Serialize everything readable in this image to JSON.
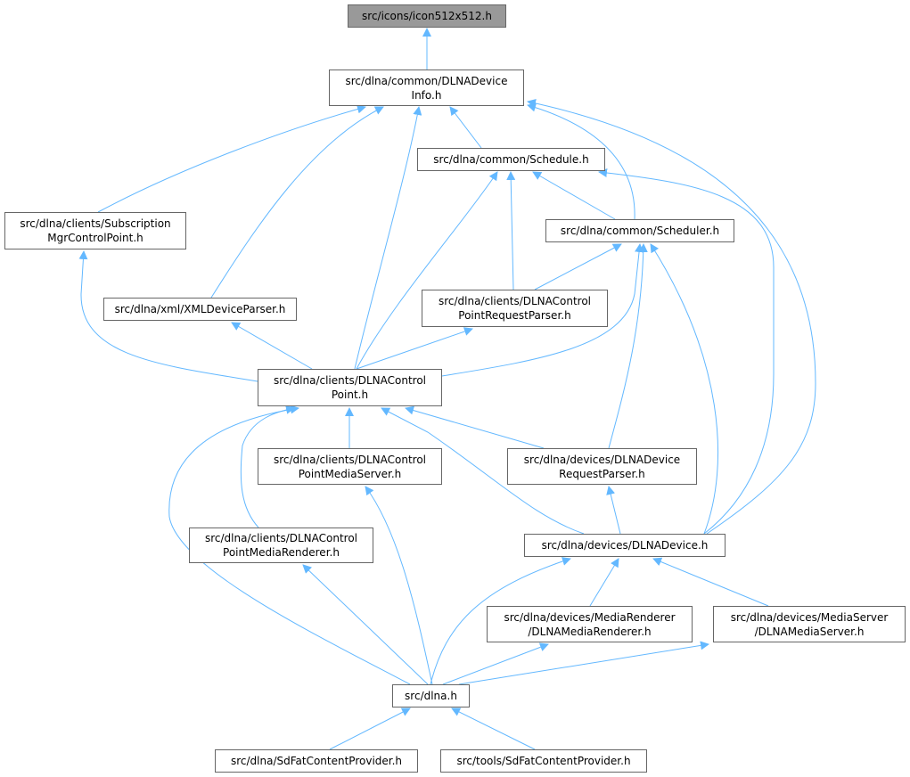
{
  "graph": {
    "colors": {
      "edge": "#63b8ff",
      "root_fill": "#999999",
      "border": "#666666"
    },
    "nodes": [
      {
        "id": "n1",
        "label": "src/icons/icon512x512.h",
        "root": true
      },
      {
        "id": "n2",
        "label": "src/dlna/common/DLNADevice\nInfo.h"
      },
      {
        "id": "n3",
        "label": "src/dlna/common/Schedule.h"
      },
      {
        "id": "n4",
        "label": "src/dlna/clients/Subscription\nMgrControlPoint.h"
      },
      {
        "id": "n5",
        "label": "src/dlna/common/Scheduler.h"
      },
      {
        "id": "n6",
        "label": "src/dlna/xml/XMLDeviceParser.h"
      },
      {
        "id": "n7",
        "label": "src/dlna/clients/DLNAControl\nPointRequestParser.h"
      },
      {
        "id": "n8",
        "label": "src/dlna/clients/DLNAControl\nPoint.h"
      },
      {
        "id": "n9",
        "label": "src/dlna/clients/DLNAControl\nPointMediaServer.h"
      },
      {
        "id": "n10",
        "label": "src/dlna/devices/DLNADevice\nRequestParser.h"
      },
      {
        "id": "n11",
        "label": "src/dlna/clients/DLNAControl\nPointMediaRenderer.h"
      },
      {
        "id": "n12",
        "label": "src/dlna/devices/DLNADevice.h"
      },
      {
        "id": "n13",
        "label": "src/dlna/devices/MediaRenderer\n/DLNAMediaRenderer.h"
      },
      {
        "id": "n14",
        "label": "src/dlna/devices/MediaServer\n/DLNAMediaServer.h"
      },
      {
        "id": "n15",
        "label": "src/dlna.h"
      },
      {
        "id": "n16",
        "label": "src/dlna/SdFatContentProvider.h"
      },
      {
        "id": "n17",
        "label": "src/tools/SdFatContentProvider.h"
      }
    ],
    "edges": [
      [
        "n2",
        "n1"
      ],
      [
        "n3",
        "n2"
      ],
      [
        "n4",
        "n2"
      ],
      [
        "n5",
        "n2"
      ],
      [
        "n6",
        "n2"
      ],
      [
        "n8",
        "n2"
      ],
      [
        "n12",
        "n2"
      ],
      [
        "n5",
        "n3"
      ],
      [
        "n7",
        "n3"
      ],
      [
        "n8",
        "n3"
      ],
      [
        "n12",
        "n3"
      ],
      [
        "n7",
        "n5"
      ],
      [
        "n8",
        "n5"
      ],
      [
        "n10",
        "n5"
      ],
      [
        "n12",
        "n5"
      ],
      [
        "n8",
        "n4"
      ],
      [
        "n8",
        "n6"
      ],
      [
        "n8",
        "n7"
      ],
      [
        "n9",
        "n8"
      ],
      [
        "n10",
        "n8"
      ],
      [
        "n11",
        "n8"
      ],
      [
        "n12",
        "n8"
      ],
      [
        "n15",
        "n8"
      ],
      [
        "n12",
        "n10"
      ],
      [
        "n15",
        "n9"
      ],
      [
        "n15",
        "n11"
      ],
      [
        "n13",
        "n12"
      ],
      [
        "n14",
        "n12"
      ],
      [
        "n15",
        "n12"
      ],
      [
        "n15",
        "n13"
      ],
      [
        "n15",
        "n14"
      ],
      [
        "n16",
        "n15"
      ],
      [
        "n17",
        "n15"
      ]
    ]
  }
}
